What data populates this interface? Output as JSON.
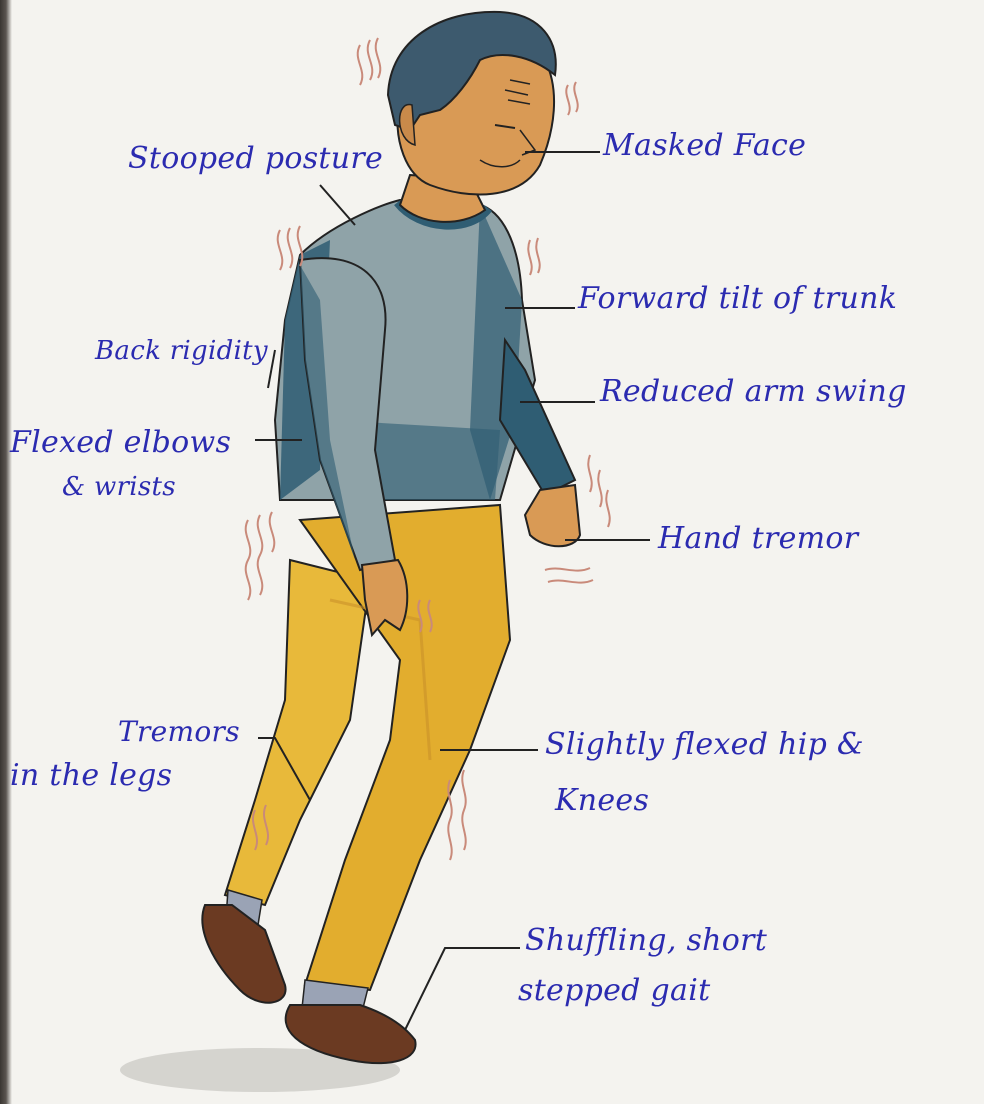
{
  "labels": {
    "stooped_posture": "Stooped posture",
    "masked_face": "Masked Face",
    "forward_tilt": "Forward tilt of trunk",
    "back_rigidity": "Back rigidity",
    "reduced_arm_swing": "Reduced arm swing",
    "flexed_elbows_line1": "Flexed elbows",
    "flexed_elbows_line2": "& wrists",
    "hand_tremor": "Hand tremor",
    "tremors_legs_line1": "Tremors",
    "tremors_legs_line2": "in the legs",
    "hip_knees_line1": "Slightly flexed hip &",
    "hip_knees_line2": "Knees",
    "gait_line1": "Shuffling, short",
    "gait_line2": "stepped gait"
  },
  "colors": {
    "ink": "#2b2bb0",
    "skin": "#d99a55",
    "hair": "#3d5a6e",
    "sweater": "#8fa3a8",
    "sweater_shadow": "#2f5d73",
    "trousers": "#e8b93a",
    "shoes": "#6b3a22",
    "tremor_marks": "#c98a7a"
  }
}
